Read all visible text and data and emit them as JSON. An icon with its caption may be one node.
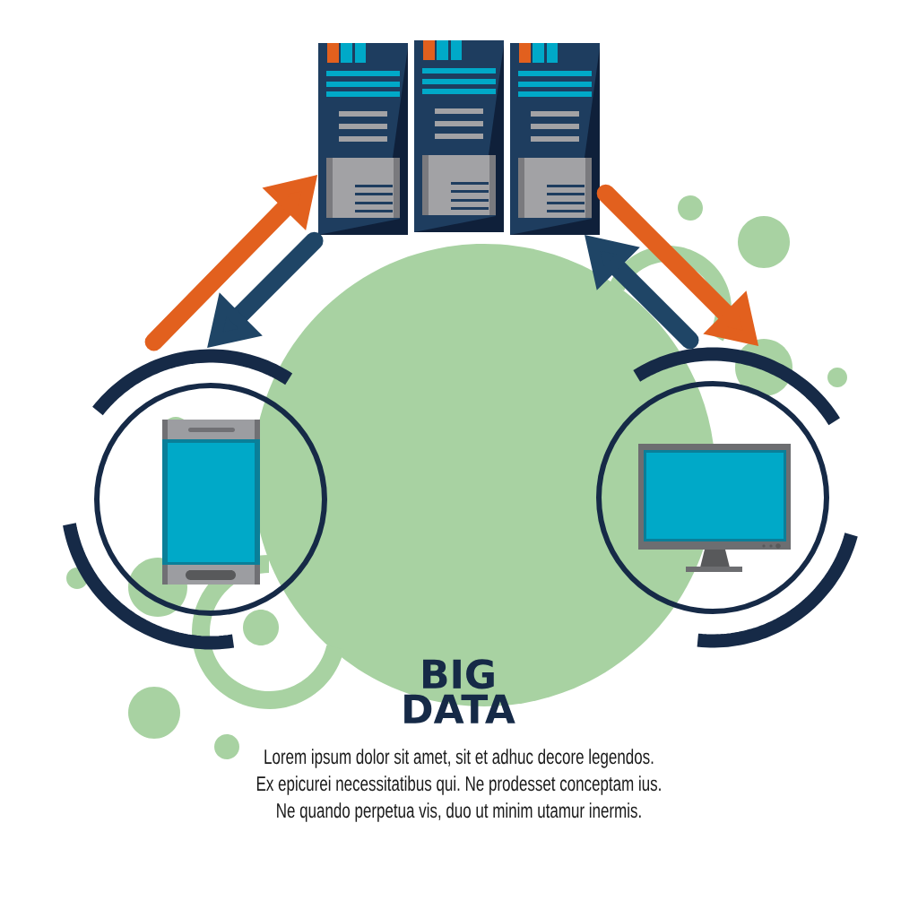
{
  "diagram": {
    "title": "BIG DATA",
    "nodes": [
      {
        "text": [],
        "shape": "picture"
      },
      {
        "text": [],
        "shape": "picture"
      },
      {
        "text": [],
        "shape": "picture"
      }
    ],
    "edges": [
      {
        "from": 1,
        "to": 0,
        "arrow": "to",
        "color": "#e2601e"
      },
      {
        "from": 0,
        "to": 1,
        "arrow": "to",
        "color": "#1f4566"
      },
      {
        "from": 2,
        "to": 0,
        "arrow": "to",
        "color": "#1f4566"
      },
      {
        "from": 0,
        "to": 2,
        "arrow": "to",
        "color": "#e2601e"
      }
    ],
    "labels": [
      "Lorem ipsum dolor sit amet, sit et adhuc decore legendos. Ex epicurei necessitatibus qui. Ne prodesset conceptam ius. Ne quando perpetua vis, duo ut minim utamur inermis."
    ]
  }
}
